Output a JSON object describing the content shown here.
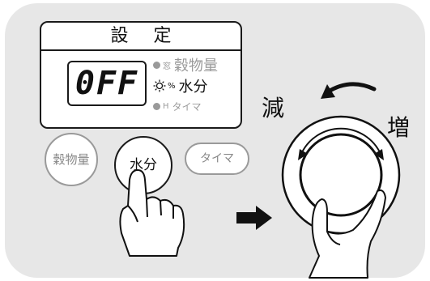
{
  "display": {
    "title": "設 定",
    "readout": "0FF",
    "indicators": [
      {
        "symbol": "窓",
        "label": "穀物量",
        "active": false
      },
      {
        "symbol": "%",
        "label": "水分",
        "active": true
      },
      {
        "symbol": "H",
        "label": "タイマ",
        "active": false
      }
    ]
  },
  "buttons": {
    "grain_amount": "穀物量",
    "moisture": "水分",
    "timer": "タイマ"
  },
  "dial": {
    "decrease_label": "減",
    "increase_label": "増"
  },
  "colors": {
    "background_panel": "#e7e7e7",
    "outline": "#1a1a1a",
    "inactive": "#9a9a9a"
  }
}
